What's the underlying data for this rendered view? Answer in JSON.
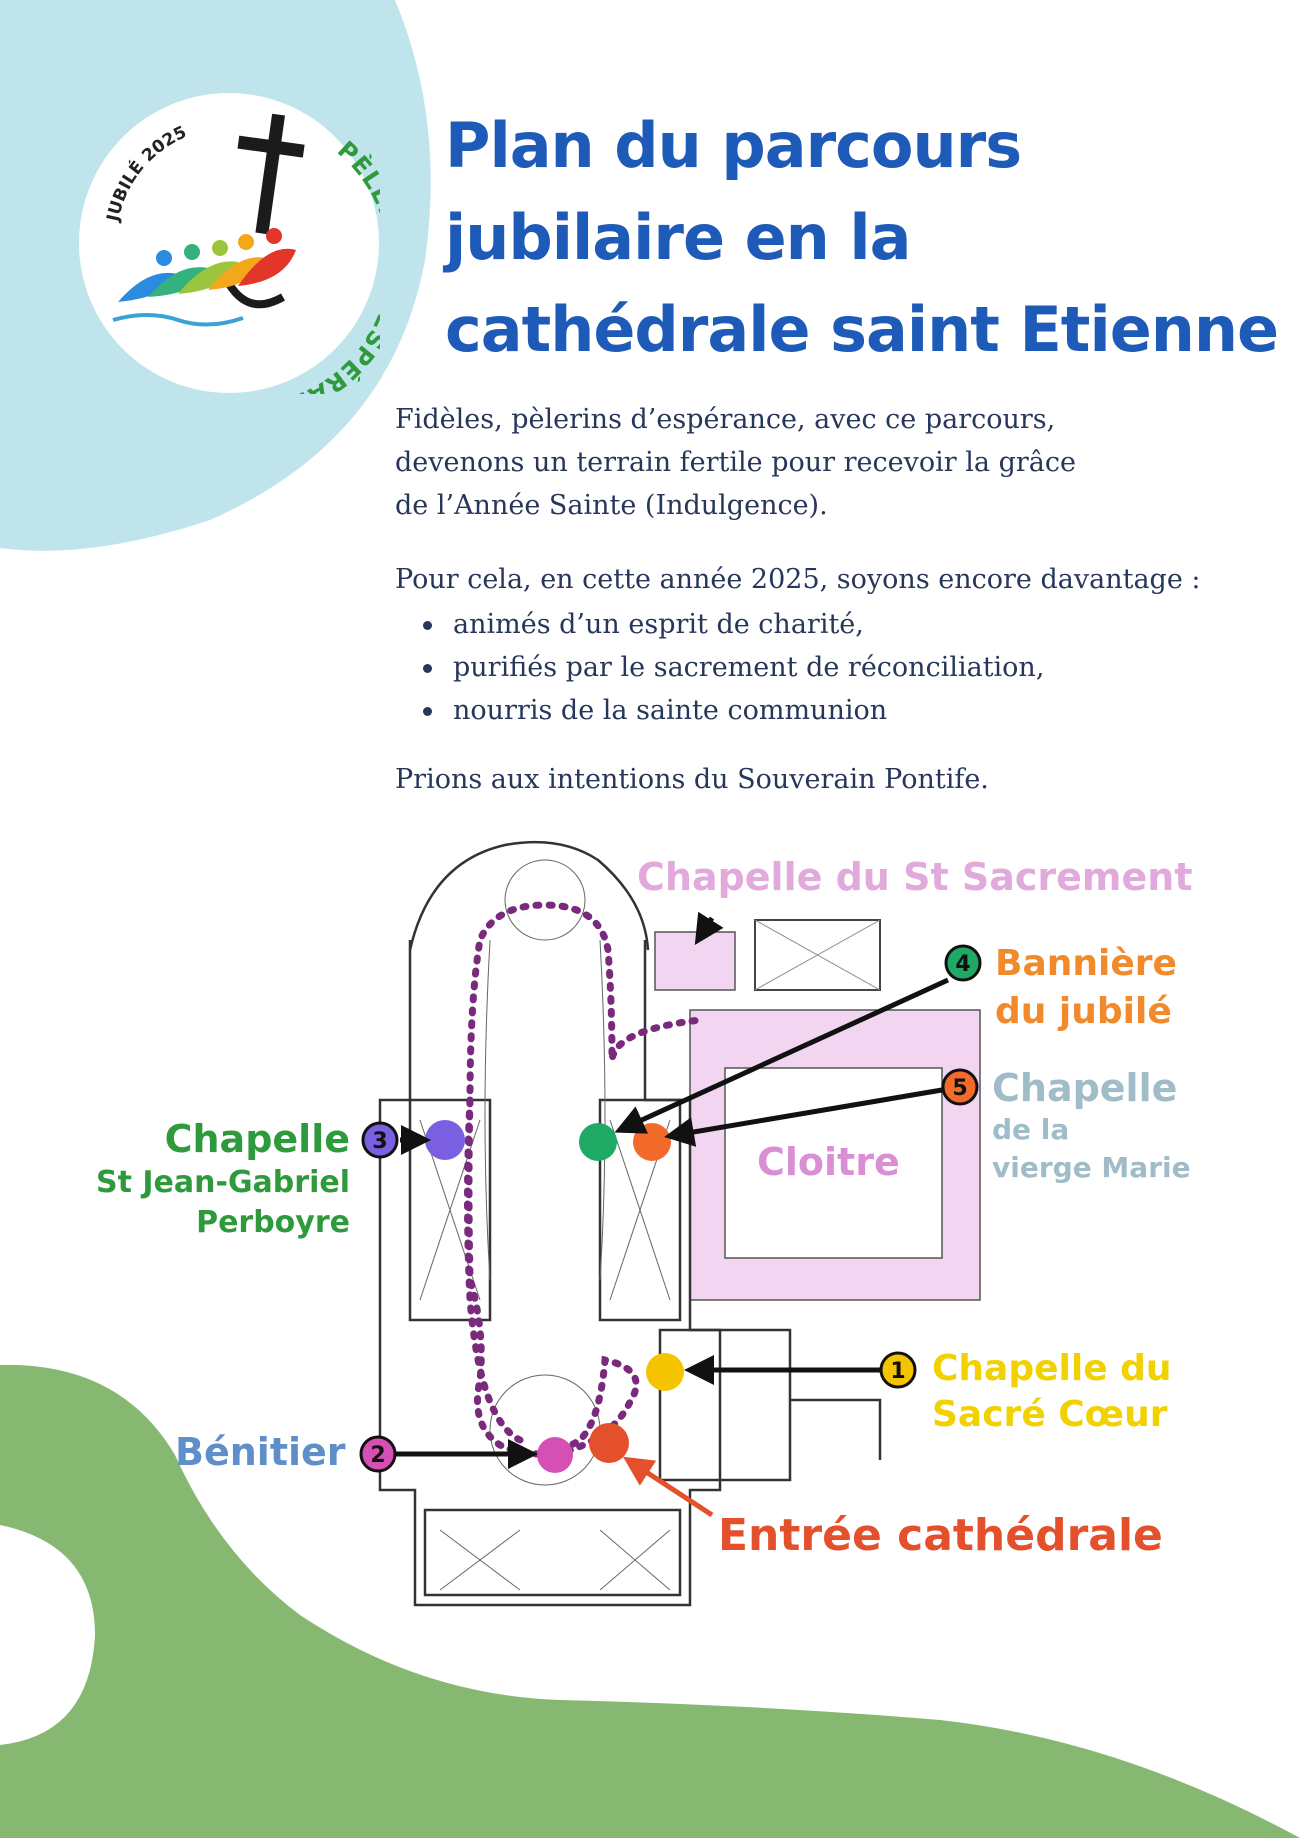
{
  "title": {
    "line1": "Plan du parcours",
    "line2": "jubilaire en la",
    "line3": "cathédrale saint Etienne"
  },
  "logo": {
    "top_text": "JUBILÉ 2025",
    "side_text": "PÈLERINS D'ESPÉRANCE",
    "icon": "jubilee-pilgrims-cross-anchor-logo"
  },
  "intro": {
    "line1": "Fidèles, pèlerins d’espérance, avec ce parcours,",
    "line2": "devenons un terrain fertile pour recevoir la grâce",
    "line3": "de l’Année Sainte (Indulgence)."
  },
  "lead": "Pour cela, en cette année 2025,  soyons encore davantage :",
  "bullets": [
    "animés d’un esprit de charité,",
    "purifiés par le sacrement de réconciliation,",
    "nourris de la sainte communion"
  ],
  "prayer": "Prions aux intentions du Souverain Pontife.",
  "map": {
    "chapel_sacrament": "Chapelle du St Sacrement",
    "cloister": "Cloitre",
    "entrance": "Entrée cathédrale",
    "stations": [
      {
        "number": "1",
        "lines": [
          "Chapelle du",
          "Sacré Cœur"
        ],
        "color": "#f5c400"
      },
      {
        "number": "2",
        "lines": [
          "Bénitier"
        ],
        "color": "#d64fb4"
      },
      {
        "number": "3",
        "lines": [
          "Chapelle",
          "St Jean-Gabriel",
          "Perboyre"
        ],
        "color": "#7a5fe0"
      },
      {
        "number": "4",
        "lines": [
          "Bannière",
          "du jubilé"
        ],
        "color": "#1eaa64"
      },
      {
        "number": "5",
        "lines": [
          "Chapelle",
          "de la",
          "vierge Marie"
        ],
        "color": "#f26b2a"
      }
    ],
    "entrance_color": "#e4502c"
  },
  "colors": {
    "title": "#1e5bb8",
    "body": "#27375a",
    "blue_blob": "#bfe4ec",
    "green_blob": "#86b872",
    "path": "#7a2a7c",
    "cloister_fill": "#f2d6f1"
  }
}
